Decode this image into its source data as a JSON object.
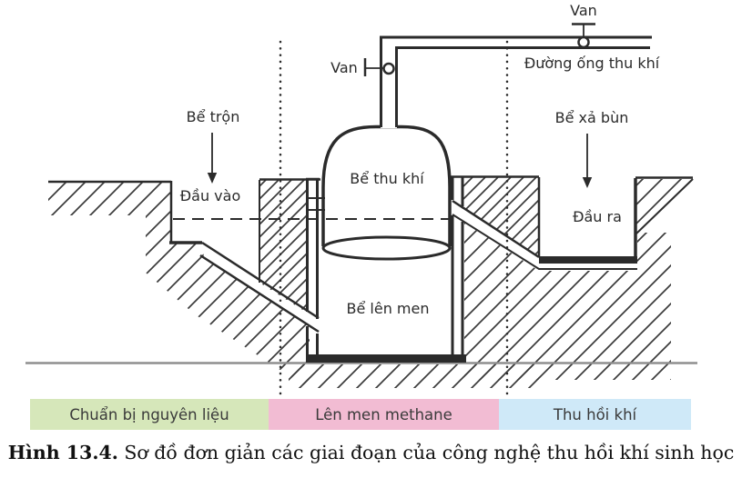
{
  "diagram": {
    "valve_top_label": "Van",
    "valve_left_label": "Van",
    "gas_pipe_label": "Đường ống thu khí",
    "mixing_tank_label": "Bể trộn",
    "inlet_label": "Đầu vào",
    "gas_holder_label": "Bể thu khí",
    "fermenter_label": "Bể lên men",
    "sludge_tank_label": "Bể xả bùn",
    "outlet_label": "Đầu ra",
    "line_color": "#2b2b2b"
  },
  "stages": [
    {
      "label": "Chuẩn bị nguyên liệu",
      "color": "#d6e7ba"
    },
    {
      "label": "Lên men methane",
      "color": "#f2bcd3"
    },
    {
      "label": "Thu hồi khí",
      "color": "#cfe9f8"
    }
  ],
  "caption": {
    "figure_number": "Hình 13.4.",
    "text": " Sơ đồ đơn giản các giai đoạn của công nghệ thu hồi khí sinh học"
  }
}
